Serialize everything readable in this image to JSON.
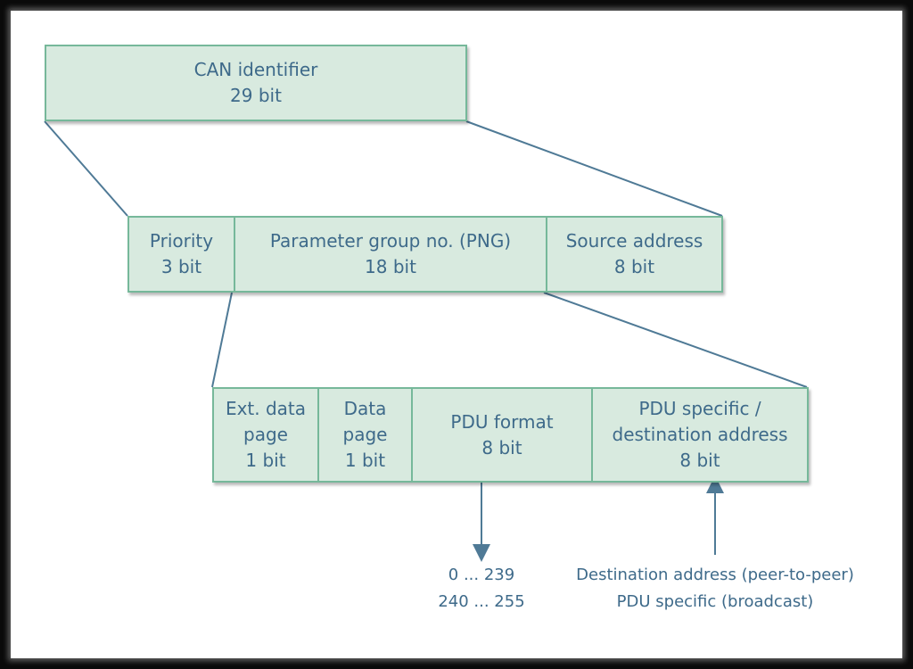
{
  "can_identifier": {
    "name": "CAN identifier",
    "size": "29 bit"
  },
  "level2": {
    "priority": {
      "name": "Priority",
      "size": "3 bit"
    },
    "pgn": {
      "name": "Parameter group no. (PNG)",
      "size": "18 bit"
    },
    "source_address": {
      "name": "Source address",
      "size": "8 bit"
    }
  },
  "level3": {
    "ext_data_page": {
      "line1": "Ext. data",
      "line2": "page",
      "size": "1 bit"
    },
    "data_page": {
      "line1": "Data",
      "line2": "page",
      "size": "1 bit"
    },
    "pdu_format": {
      "name": "PDU format",
      "size": "8 bit"
    },
    "pdu_specific": {
      "line1": "PDU specific /",
      "line2": "destination address",
      "size": "8 bit"
    }
  },
  "pdu_format_ranges": [
    "0 ... 239",
    "240 ... 255"
  ],
  "pdu_specific_meanings": [
    "Destination address (peer-to-peer)",
    "PDU specific (broadcast)"
  ],
  "colors": {
    "box_fill": "#d8eadf",
    "box_border": "#76b89a",
    "text": "#3e6a8a",
    "connector": "#4f7a96"
  }
}
